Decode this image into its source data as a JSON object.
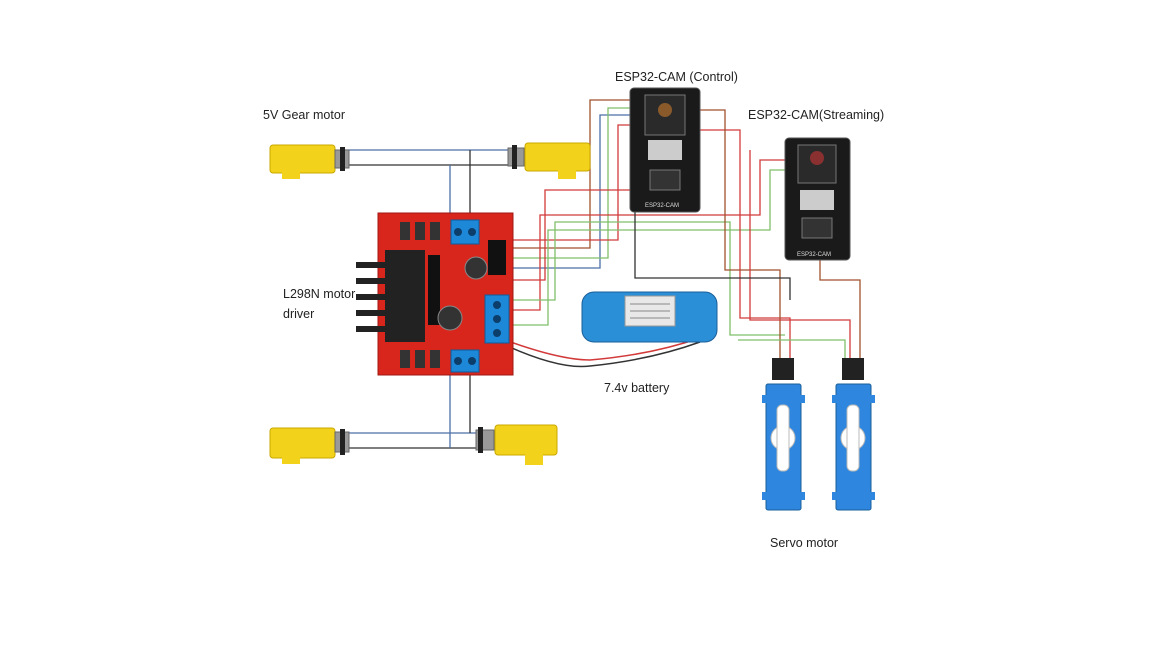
{
  "labels": {
    "gear_motor": "5V Gear motor",
    "driver_line1": "L298N motor",
    "driver_line2": "driver",
    "esp_control": "ESP32-CAM (Control)",
    "esp_streaming": "ESP32-CAM(Streaming)",
    "battery": "7.4v battery",
    "servo": "Servo motor"
  },
  "board_marks": {
    "esp_silk": "ESP32-CAM"
  },
  "colors": {
    "driver_board": "#d9261c",
    "terminal_block": "#1e88d8",
    "motor_yellow": "#f2d21a",
    "battery_blue": "#2a8fd6",
    "servo_blue": "#2e86de",
    "wire_blue": "#4a6fa8",
    "wire_red": "#d23a3a",
    "wire_green": "#7fbf6a",
    "wire_brown": "#a0522d",
    "wire_black": "#333333"
  }
}
